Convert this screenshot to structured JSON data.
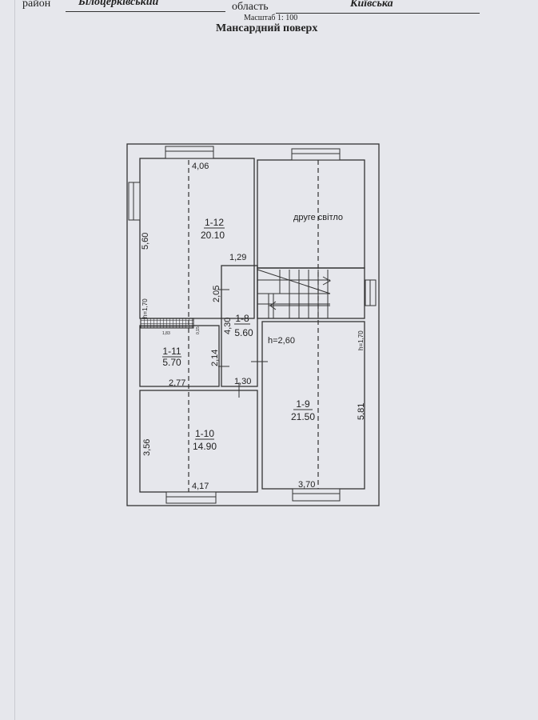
{
  "header": {
    "district_label": "район",
    "district_value": "Білоцерківський",
    "region_label": "область",
    "region_value": "Київська",
    "scale": "Масштаб 1: 100",
    "title": "Мансардний поверх"
  },
  "plan": {
    "rooms": [
      {
        "id": "1-12",
        "area": "20.10"
      },
      {
        "id": "1-8",
        "area": "5.60"
      },
      {
        "id": "1-11",
        "area": "5.70"
      },
      {
        "id": "1-10",
        "area": "14.90"
      },
      {
        "id": "1-9",
        "area": "21.50"
      }
    ],
    "second_light": "друге світло",
    "dimensions": {
      "d406": "4,06",
      "d560": "5,60",
      "d129": "1,29",
      "d205": "2,05",
      "d430": "4,30",
      "d214": "2,14",
      "d277": "2,77",
      "d130": "1,30",
      "d356": "3,56",
      "d417": "4,17",
      "d370": "3,70",
      "d581": "5,81",
      "d183": "1,83",
      "d015": "0,15"
    },
    "heights": {
      "h1": "h=1,70",
      "h2": "h=2,60",
      "h3": "h=1,70"
    }
  }
}
